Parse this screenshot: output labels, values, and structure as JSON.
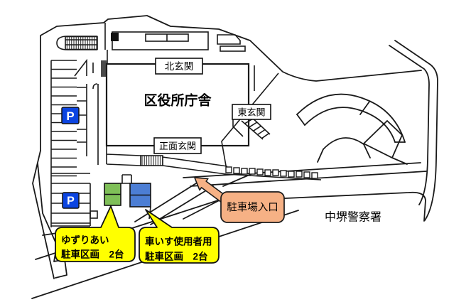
{
  "map": {
    "labels": {
      "building": "区役所庁舎",
      "north_entrance": "北玄関",
      "east_entrance": "東玄関",
      "main_entrance": "正面玄関",
      "parking_entrance": "駐車場入口",
      "police_station": "中堺警察署",
      "parking_symbol": "P"
    },
    "callouts": {
      "yuzuriai": {
        "line1": "ゆずりあい",
        "line2": "駐車区画　2台"
      },
      "wheelchair": {
        "line1": "車いす使用者用",
        "line2": "駐車区画　2台"
      }
    },
    "colors": {
      "parking_sign_blue": "#0c45e1",
      "courtesy_green": "#7fbf58",
      "wheelchair_blue": "#4c7ed4",
      "callout_yellow": "#ffff00",
      "entrance_orange": "#f6b185",
      "line_black": "#1a1a1a"
    }
  }
}
